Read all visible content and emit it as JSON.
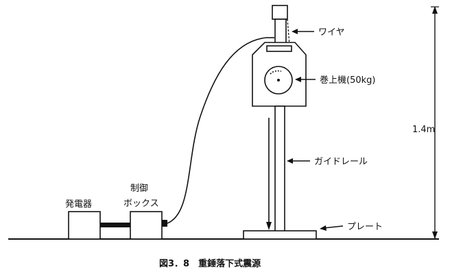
{
  "labels": {
    "wire": "ワイヤ",
    "winch": "巻上機(50kg)",
    "guide_rail": "ガイドレール",
    "plate": "プレート",
    "generator": "発電器",
    "control_box_line1": "制御",
    "control_box_line2": "ボックス",
    "height": "1.4m"
  },
  "caption": "図3．8　重錘落下式震源",
  "colors": {
    "ink": "#111111",
    "background": "#ffffff"
  }
}
